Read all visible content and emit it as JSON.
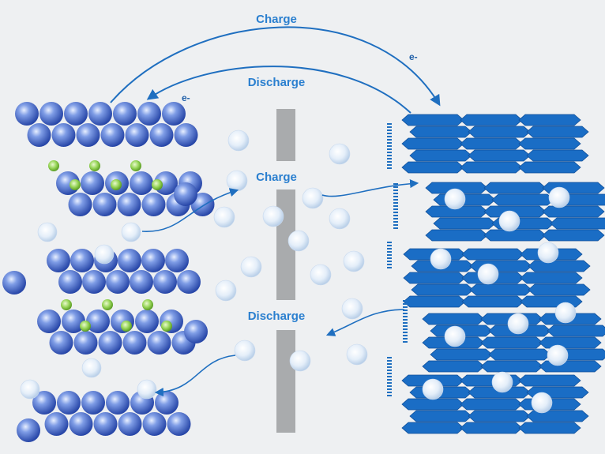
{
  "labels": {
    "charge_top": "Charge",
    "discharge_top": "Discharge",
    "charge_mid": "Charge",
    "discharge_mid": "Discharge",
    "electron_right": "e-",
    "electron_left": "e-"
  },
  "colors": {
    "background": "#eef0f2",
    "arrow": "#1f6fc0",
    "separator": "#a9abad",
    "graphite": "#1a6dc5",
    "cathode_atom": "#3b63c7",
    "lithium_ion": "#d6e6f6",
    "dopant": "#8ccf4a"
  }
}
